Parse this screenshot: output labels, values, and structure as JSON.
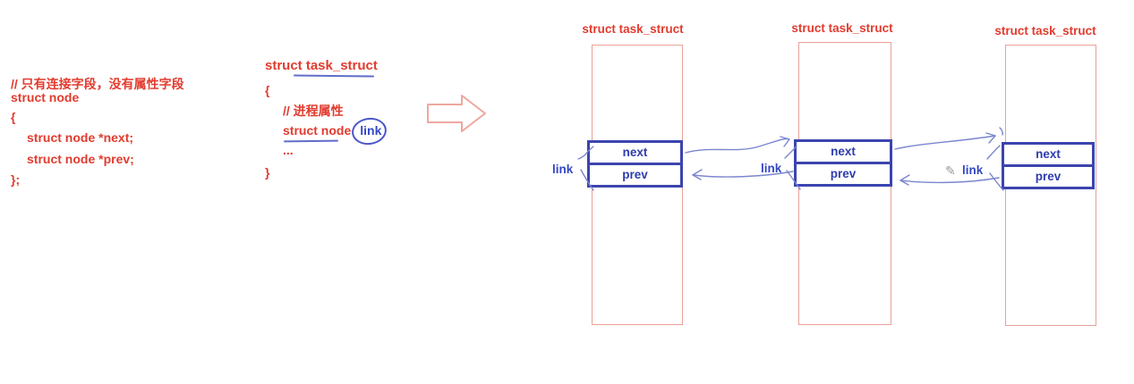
{
  "colors": {
    "red_text": "#e23b2e",
    "pink_outline": "#e9a098",
    "indigo_box": "#3b44ae",
    "blue_text": "#3347c4",
    "arrow_blue": "#7b86cf",
    "pencil_gray": "#999999",
    "background": "#ffffff"
  },
  "left_code": {
    "comment": "// 只有连接字段，没有属性字段",
    "decl": "struct node",
    "open_brace": "{",
    "field_next": "struct node *next;",
    "field_prev": "struct node *prev;",
    "close_brace": "};"
  },
  "middle_code": {
    "title": "struct task_struct",
    "open_brace": "{",
    "comment": "// 进程属性",
    "decl_type": "struct node",
    "decl_name": "link",
    "ellipsis": "...",
    "close_brace": "}"
  },
  "diagram": {
    "pencil_icon": "✎",
    "nodes": [
      {
        "title": "struct task_struct",
        "field_next": "next",
        "field_prev": "prev",
        "link_label": "link"
      },
      {
        "title": "struct task_struct",
        "field_next": "next",
        "field_prev": "prev",
        "link_label": "link"
      },
      {
        "title": "struct task_struct",
        "field_next": "next",
        "field_prev": "prev",
        "link_label": "link"
      }
    ]
  }
}
